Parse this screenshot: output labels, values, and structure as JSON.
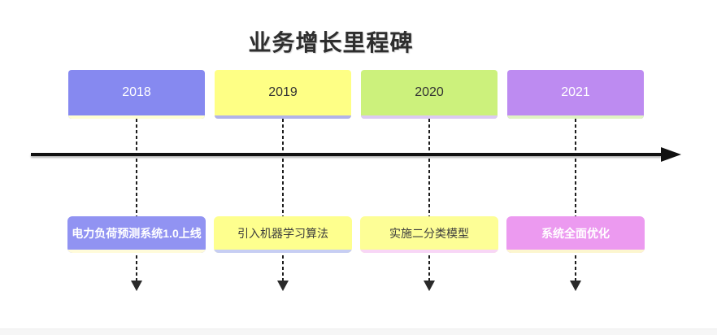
{
  "title": "业务增长里程碑",
  "axis": {
    "color": "#111111",
    "dash_color": "#1e1e1e",
    "direction": "right"
  },
  "milestones": [
    {
      "year": "2018",
      "label": "电力负荷预测系统1.0上线",
      "year_box": {
        "bg": "#8689f0",
        "text_color": "#ffffff",
        "edge_color": "#ffffd2"
      },
      "label_box": {
        "bg": "#9193f2",
        "text_color": "#ffffff",
        "edge_color": "#fffbda",
        "bold": true
      }
    },
    {
      "year": "2019",
      "label": "引入机器学习算法",
      "year_box": {
        "bg": "#feff85",
        "text_color": "#333333",
        "edge_color": "#b2b3e9"
      },
      "label_box": {
        "bg": "#feff8e",
        "text_color": "#3c3c3c",
        "edge_color": "#c7cef3",
        "bold": false
      }
    },
    {
      "year": "2020",
      "label": "实施二分类模型",
      "year_box": {
        "bg": "#ccf17c",
        "text_color": "#333333",
        "edge_color": "#dccaf2"
      },
      "label_box": {
        "bg": "#fdfe96",
        "text_color": "#3c3c3c",
        "edge_color": "#f8d6f6",
        "bold": false
      }
    },
    {
      "year": "2021",
      "label": "系统全面优化",
      "year_box": {
        "bg": "#bd8bf1",
        "text_color": "#ffffff",
        "edge_color": "#e0f3c3"
      },
      "label_box": {
        "bg": "#ec9af0",
        "text_color": "#ffffff",
        "edge_color": "#fcf6cf",
        "bold": true
      }
    }
  ]
}
